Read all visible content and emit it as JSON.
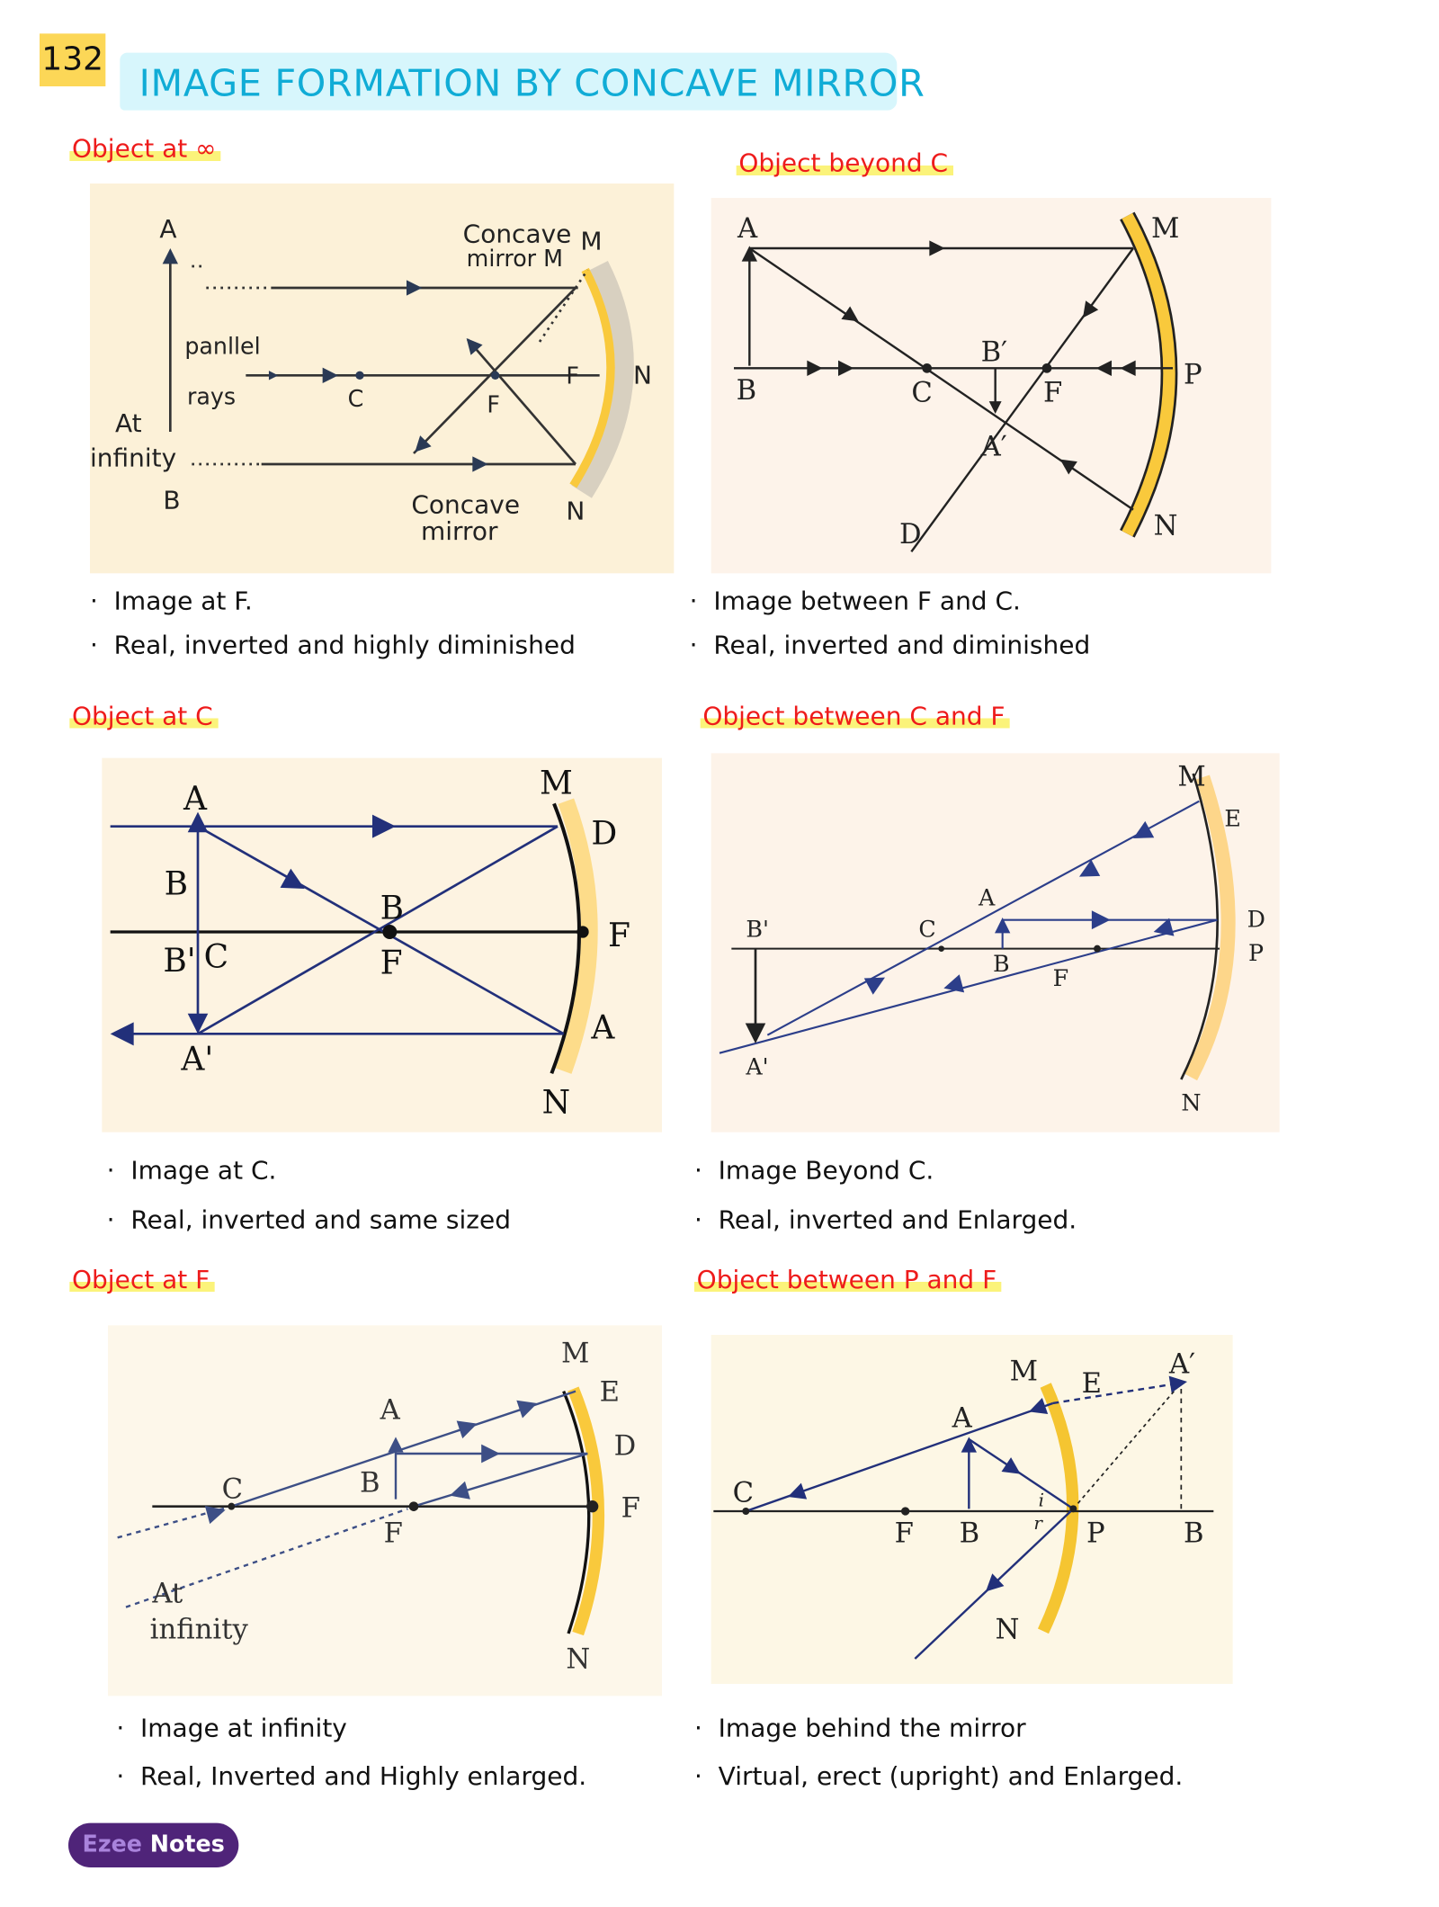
{
  "page_number": "132",
  "title": "IMAGE FORMATION BY CONCAVE MIRROR",
  "sections": [
    {
      "heading": "Object at ∞",
      "bullets": [
        "Image at F.",
        "Real, inverted and highly diminished"
      ],
      "labels": [
        "A",
        "B",
        "Concave",
        "mirror M",
        "M",
        "N",
        "N",
        "Concave",
        "mirror",
        "panllel",
        "rays",
        "At",
        "infinity",
        "C",
        "F",
        "F"
      ]
    },
    {
      "heading": "Object beyond C",
      "bullets": [
        "Image between F and C.",
        "Real, inverted and diminished"
      ],
      "labels": [
        "A",
        "B",
        "M",
        "N",
        "P",
        "B′",
        "A′",
        "C",
        "F",
        "D"
      ]
    },
    {
      "heading": "Object at C",
      "bullets": [
        "Image at C.",
        "Real, inverted and same sized"
      ],
      "labels": [
        "A",
        "B",
        "B'",
        "C",
        "A'",
        "B",
        "F",
        "M",
        "D",
        "F",
        "A",
        "N"
      ]
    },
    {
      "heading": "Object between C and F",
      "bullets": [
        "Image Beyond C.",
        "Real, inverted and Enlarged."
      ],
      "labels": [
        "M",
        "E",
        "D",
        "P",
        "N",
        "B'",
        "C",
        "A",
        "B",
        "F",
        "A'"
      ]
    },
    {
      "heading": "Object at F",
      "bullets": [
        "Image at infinity",
        "Real, Inverted and Highly enlarged."
      ],
      "labels": [
        "M",
        "E",
        "D",
        "F",
        "N",
        "A",
        "B",
        "C",
        "F",
        "At",
        "infinity"
      ]
    },
    {
      "heading": "Object between P and F",
      "bullets": [
        "Image behind the mirror",
        "Virtual, erect (upright) and Enlarged."
      ],
      "labels": [
        "C",
        "F",
        "B",
        "P",
        "B",
        "M",
        "E",
        "A′",
        "A",
        "N",
        "i",
        "r"
      ]
    }
  ],
  "footer": {
    "brand_part1": "Ezee",
    "brand_part2": "Notes"
  },
  "colors": {
    "heading": "#ee1b1b",
    "title": "#10acd6",
    "ray_blue": "#22307a",
    "mirror": "#f9c93c",
    "brand": "#4f2479"
  }
}
